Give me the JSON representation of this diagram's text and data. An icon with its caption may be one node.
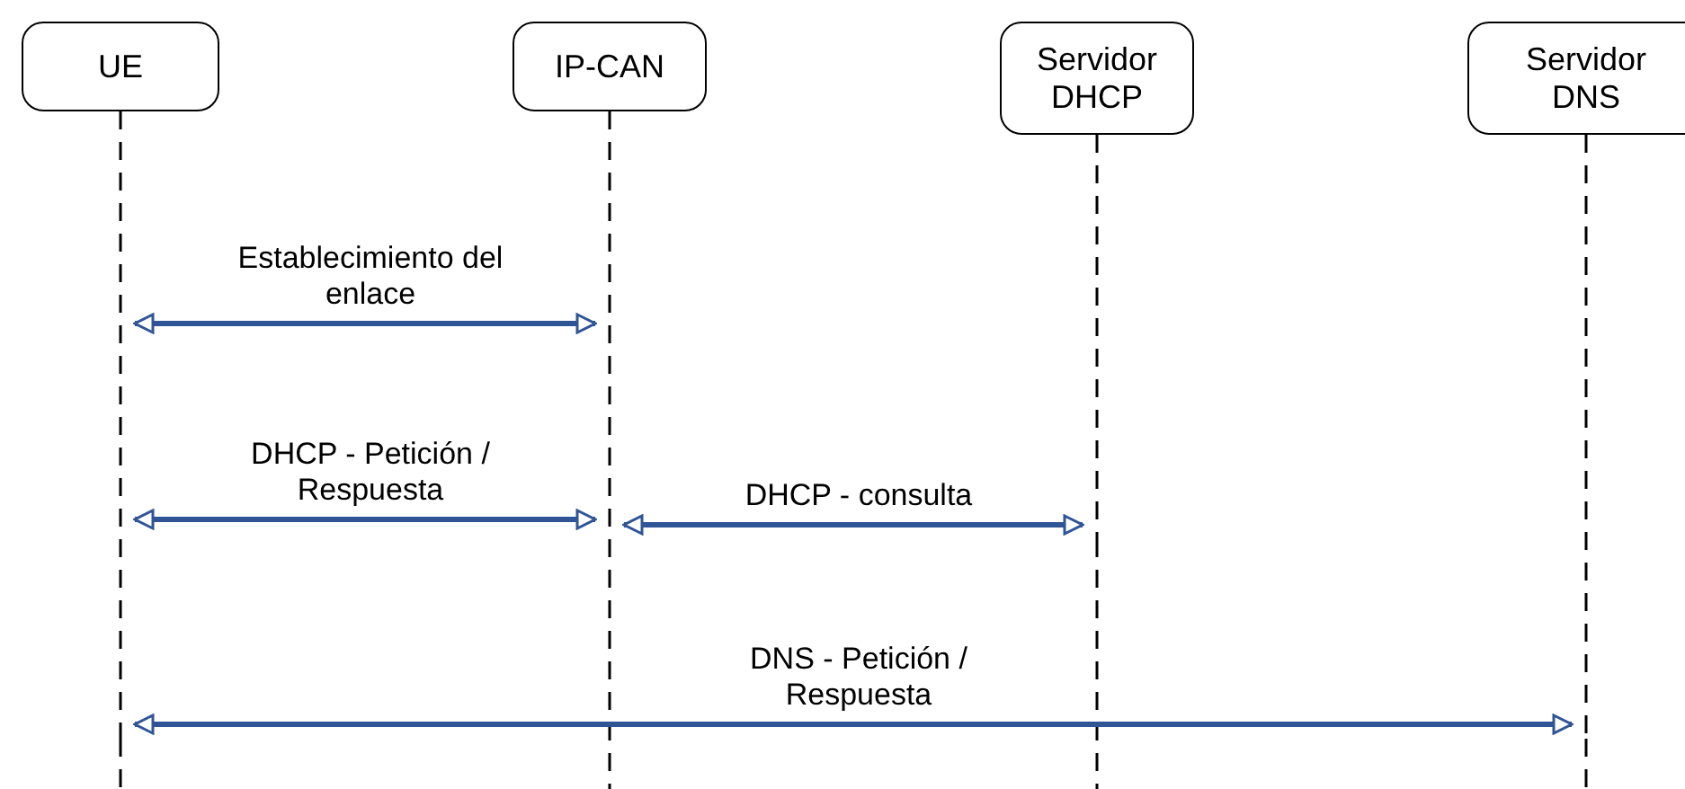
{
  "diagram": {
    "nodes": [
      {
        "text": [
          "UE"
        ]
      },
      {
        "text": [
          "IP-CAN"
        ]
      },
      {
        "text": [
          "Servidor DHCP"
        ]
      },
      {
        "text": [
          "Servidor DNS"
        ]
      }
    ],
    "edges": [
      {
        "from": 0,
        "to": 1,
        "arrow": "both",
        "label": "Establecimiento del enlace"
      },
      {
        "from": 0,
        "to": 1,
        "arrow": "both",
        "label": "DHCP - Petición / Respuesta"
      },
      {
        "from": 1,
        "to": 2,
        "arrow": "both",
        "label": "DHCP - consulta"
      },
      {
        "from": 0,
        "to": 3,
        "arrow": "both",
        "label": "DNS - Petición / Respuesta"
      }
    ]
  }
}
